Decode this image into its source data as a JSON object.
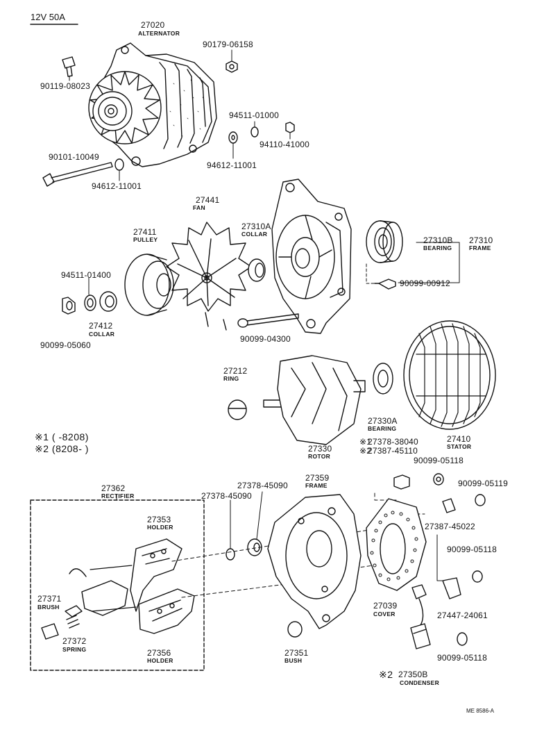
{
  "header": {
    "spec": "12V 50A"
  },
  "parts": {
    "alternator": {
      "number": "27020",
      "name": "ALTERNATOR"
    },
    "bolt_top": {
      "number": "90119-08023"
    },
    "nut_top": {
      "number": "90179-06158"
    },
    "washer_a": {
      "number": "94511-01000"
    },
    "nut_a": {
      "number": "94110-41000"
    },
    "washer_b": {
      "number": "94612-11001"
    },
    "bolt_long": {
      "number": "90101-10049"
    },
    "washer_c": {
      "number": "94612-11001"
    },
    "fan": {
      "number": "27441",
      "name": "FAN"
    },
    "pulley": {
      "number": "27411",
      "name": "PULLEY"
    },
    "collar_a": {
      "number": "27310A",
      "name": "COLLAR"
    },
    "bearing_front": {
      "number": "27310B",
      "name": "BEARING"
    },
    "frame_front": {
      "number": "27310",
      "name": "FRAME"
    },
    "screw_frame": {
      "number": "90099-00912"
    },
    "washer_pulley": {
      "number": "94511-01400"
    },
    "collar_b": {
      "number": "27412",
      "name": "COLLAR"
    },
    "nut_pulley": {
      "number": "90099-05060"
    },
    "through_bolt": {
      "number": "90099-04300"
    },
    "ring": {
      "number": "27212",
      "name": "RING"
    },
    "bearing_rear": {
      "number": "27330A",
      "name": "BEARING"
    },
    "rotor": {
      "number": "27330",
      "name": "ROTOR"
    },
    "stator": {
      "number": "27410",
      "name": "STATOR"
    },
    "rectifier": {
      "number": "27362",
      "name": "RECTIFIER"
    },
    "holder_a": {
      "number": "27353",
      "name": "HOLDER"
    },
    "insulator_a": {
      "number": "27378-45090"
    },
    "insulator_b": {
      "number": "27378-45090"
    },
    "frame_rear": {
      "number": "27359",
      "name": "FRAME"
    },
    "brush": {
      "number": "27371",
      "name": "BRUSH"
    },
    "spring": {
      "number": "27372",
      "name": "SPRING"
    },
    "holder_b": {
      "number": "27356",
      "name": "HOLDER"
    },
    "bush": {
      "number": "27351",
      "name": "BUSH"
    },
    "cover": {
      "number": "27039",
      "name": "COVER"
    },
    "condenser": {
      "number": "27350B",
      "name": "CONDENSER",
      "mark": "※2"
    },
    "nut_1": {
      "number": "90099-05118"
    },
    "nut_2": {
      "number": "90099-05119"
    },
    "insul_c": {
      "number": "27387-45022"
    },
    "nut_3": {
      "number": "90099-05118"
    },
    "terminal": {
      "number": "27447-24061"
    },
    "nut_4": {
      "number": "90099-05118"
    },
    "var_1": {
      "mark": "※1",
      "number": "27378-38040"
    },
    "var_2": {
      "mark": "※2",
      "number": "27387-45110"
    }
  },
  "notes": {
    "note1": "※1 (      -8208)",
    "note2": "※2 (8208-        )"
  },
  "footer": {
    "code": "ME  8586-A"
  }
}
